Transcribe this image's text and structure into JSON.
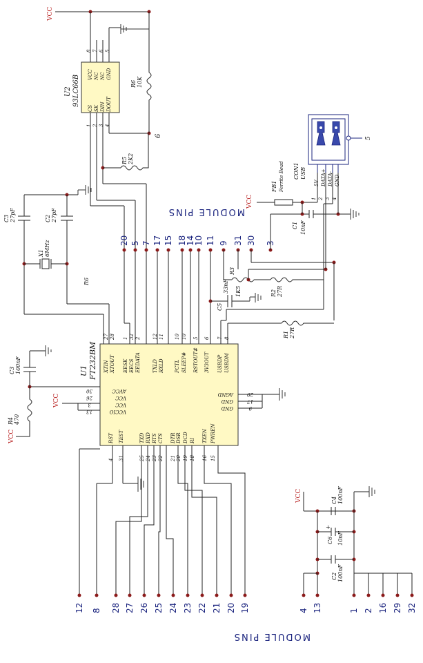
{
  "power": {
    "vcc": "VCC"
  },
  "titles": {
    "top": "MODULE PINS",
    "bottom": "MODULE PINS"
  },
  "u2": {
    "ref": "U2",
    "part": "93LC66B",
    "left_pins": [
      "CS",
      "SK",
      "DIN",
      "DOUT"
    ],
    "right_pins": [
      "VCC",
      "NC",
      "NC",
      "GND"
    ],
    "top_nums": [
      "8",
      "7",
      "6",
      "5"
    ],
    "bottom_nums": [
      "1",
      "2",
      "3",
      "4"
    ]
  },
  "u1": {
    "ref": "U1",
    "part": "FT232BM",
    "top_pins": [
      "XTIN",
      "XTOUT",
      "EESK",
      "EECS",
      "EEDATA",
      "TXLD",
      "RXLD",
      "PCTL",
      "SLEEP#",
      "RSTOUT#",
      "3V3OUT",
      "USBDP",
      "USBDM"
    ],
    "top_nums": [
      "27",
      "28",
      "1",
      "32",
      "2",
      "12",
      "11",
      "10",
      "10",
      "5",
      "6",
      "7",
      "8"
    ],
    "left_pins": [
      "AVCC",
      "VCC",
      "VCC",
      "VCCIO"
    ],
    "left_nums": [
      "30",
      "26",
      "3",
      "13"
    ],
    "right_pins": [
      "AGND",
      "GND",
      "GND"
    ],
    "right_nums": [
      "29",
      "17",
      "9"
    ],
    "bottom_pins": [
      "RST",
      "TEST",
      "TXD",
      "RXD",
      "RTS",
      "CTS",
      "DTR",
      "DSR",
      "DCD",
      "RI",
      "TXEN",
      "PWREN"
    ],
    "bottom_nums": [
      "4",
      "31",
      "25",
      "24",
      "23",
      "22",
      "21",
      "20",
      "19",
      "18",
      "16",
      "15"
    ]
  },
  "components": {
    "r6_top": {
      "ref": "R6",
      "value": "10K"
    },
    "r5": {
      "ref": "R5",
      "value": "2K2"
    },
    "r6_mid": {
      "ref": "R6"
    },
    "c3_top": {
      "ref": "C3",
      "value": "27pF"
    },
    "c2_top": {
      "ref": "C2",
      "value": "27pF"
    },
    "x1": {
      "ref": "X1",
      "value": "6MHz"
    },
    "c3_left": {
      "ref": "C3",
      "value": "100nF"
    },
    "r4": {
      "ref": "R4",
      "value": "470"
    },
    "c5": {
      "ref": "C5",
      "value": "33nF"
    },
    "r3": {
      "ref": "R3",
      "value": "1K5"
    },
    "r2": {
      "ref": "R2",
      "value": "27R"
    },
    "r1": {
      "ref": "R1",
      "value": "27R"
    },
    "c1": {
      "ref": "C1",
      "value": "10nF"
    },
    "fb1": {
      "ref": "FB1",
      "value": "Ferrite Bead"
    },
    "con1": {
      "ref": "CON1",
      "value": "USB",
      "pins": [
        "5V",
        "DATA+",
        "DATA-",
        "GND"
      ],
      "nums": [
        "1",
        "2",
        "3",
        "4"
      ]
    },
    "c4": {
      "ref": "C4",
      "value": "100nF"
    },
    "c6": {
      "ref": "C6",
      "value": "10nF"
    },
    "c2_bottom": {
      "ref": "C2",
      "value": "100nF"
    }
  },
  "labels": {
    "u2_pin6_net": "6",
    "usb_shield": "5"
  },
  "top_module_pins": [
    "20",
    "5",
    "7",
    "17",
    "15",
    "18",
    "14",
    "10",
    "11",
    "9",
    "31",
    "30",
    "3"
  ],
  "bottom_module_pins": [
    "12",
    "8",
    "28",
    "27",
    "26",
    "25",
    "24",
    "23",
    "22",
    "21",
    "20",
    "19"
  ],
  "power_module_pins": [
    "4",
    "13",
    "1",
    "2",
    "16",
    "29",
    "32"
  ]
}
